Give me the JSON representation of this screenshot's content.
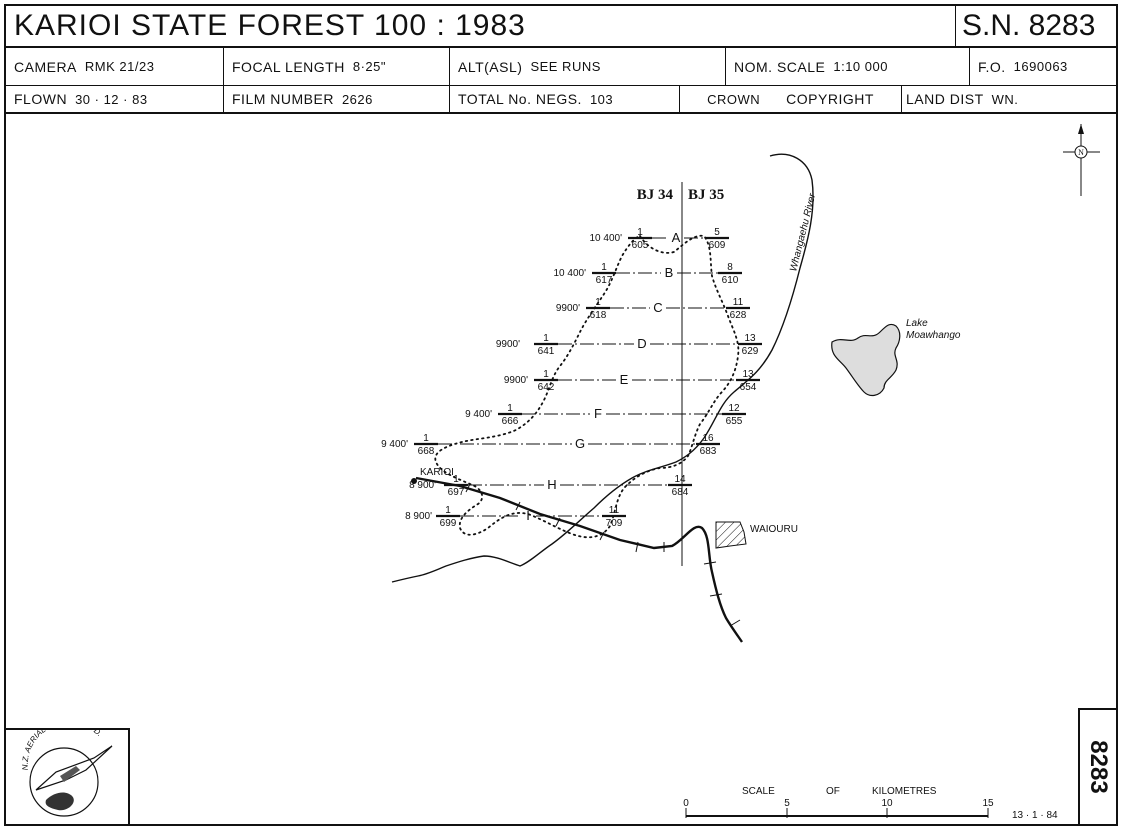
{
  "header": {
    "title": "KARIOI  STATE  FOREST  100  :  1983",
    "sn": "S.N.  8283",
    "camera_label": "CAMERA",
    "camera_value": "RMK  21/23",
    "focal_label": "FOCAL LENGTH",
    "focal_value": "8·25\"",
    "alt_label": "ALT(ASL)",
    "alt_value": "SEE RUNS",
    "scale_label": "NOM.  SCALE",
    "scale_value": "1:10 000",
    "fo_label": "F.O.",
    "fo_value": "1690063",
    "flown_label": "FLOWN",
    "flown_value": "30 · 12 · 83",
    "film_label": "FILM NUMBER",
    "film_value": "2626",
    "negs_label": "TOTAL No. NEGS.",
    "negs_value": "103",
    "crown": "CROWN",
    "copyright": "COPYRIGHT",
    "landdist_label": "LAND DIST",
    "landdist_value": "WN."
  },
  "map": {
    "strip_left": "BJ 34",
    "strip_right": "BJ 35",
    "north": "N",
    "river": "Whangaehu River",
    "lake_line1": "Lake",
    "lake_line2": "Moawhango",
    "town1": "KARIOI",
    "town2": "WAIOURU",
    "runs": [
      {
        "letter": "A",
        "alt": "10 400'",
        "left_num": "1",
        "left_den": "605",
        "right_num": "5",
        "right_den": "609"
      },
      {
        "letter": "B",
        "alt": "10 400'",
        "left_num": "1",
        "left_den": "617",
        "right_num": "8",
        "right_den": "610"
      },
      {
        "letter": "C",
        "alt": "9900'",
        "left_num": "1",
        "left_den": "618",
        "right_num": "11",
        "right_den": "628"
      },
      {
        "letter": "D",
        "alt": "9900'",
        "left_num": "1",
        "left_den": "641",
        "right_num": "13",
        "right_den": "629"
      },
      {
        "letter": "E",
        "alt": "9900'",
        "left_num": "1",
        "left_den": "642",
        "right_num": "13",
        "right_den": "654"
      },
      {
        "letter": "F",
        "alt": "9 400'",
        "left_num": "1",
        "left_den": "666",
        "right_num": "12",
        "right_den": "655"
      },
      {
        "letter": "G",
        "alt": "9 400'",
        "left_num": "1",
        "left_den": "668",
        "right_num": "16",
        "right_den": "683"
      },
      {
        "letter": "H",
        "alt": "8 900'",
        "left_num": "1",
        "left_den": "697",
        "right_num": "14",
        "right_den": "684"
      },
      {
        "letter": "I",
        "alt": "8 900'",
        "left_num": "1",
        "left_den": "699",
        "right_num": "11",
        "right_den": "709"
      }
    ]
  },
  "scale_bar": {
    "word1": "SCALE",
    "word2": "OF",
    "word3": "KILOMETRES",
    "ticks": [
      "0",
      "5",
      "10",
      "15"
    ]
  },
  "date": "13 · 1 · 84",
  "sheet_number": "8283",
  "logo_text": "N.Z. AERIAL MAPPING LTD."
}
